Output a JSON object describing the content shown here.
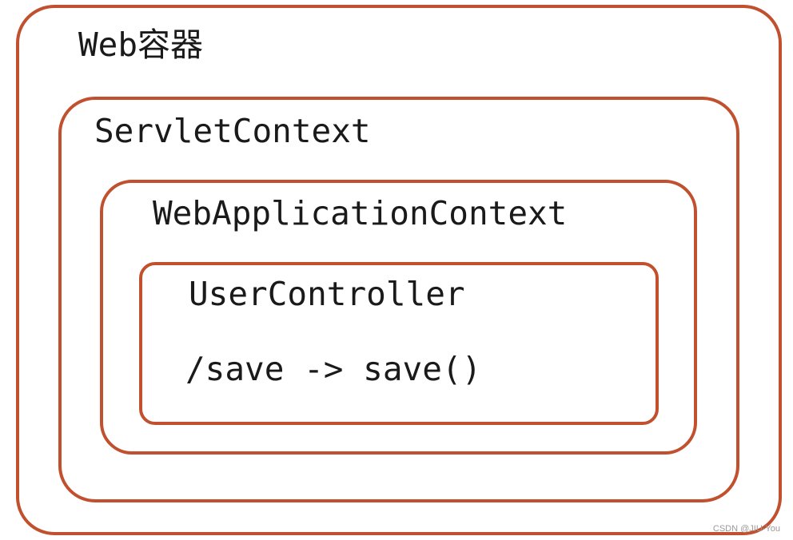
{
  "diagram": {
    "border_color": "#c1502e",
    "web_container": {
      "label": "Web容器"
    },
    "servlet_context": {
      "label": "ServletContext"
    },
    "web_application_context": {
      "label": "WebApplicationContext"
    },
    "user_controller": {
      "label": "UserController",
      "mapping": "/save -> save()"
    }
  },
  "watermark": "CSDN @JIU-You"
}
